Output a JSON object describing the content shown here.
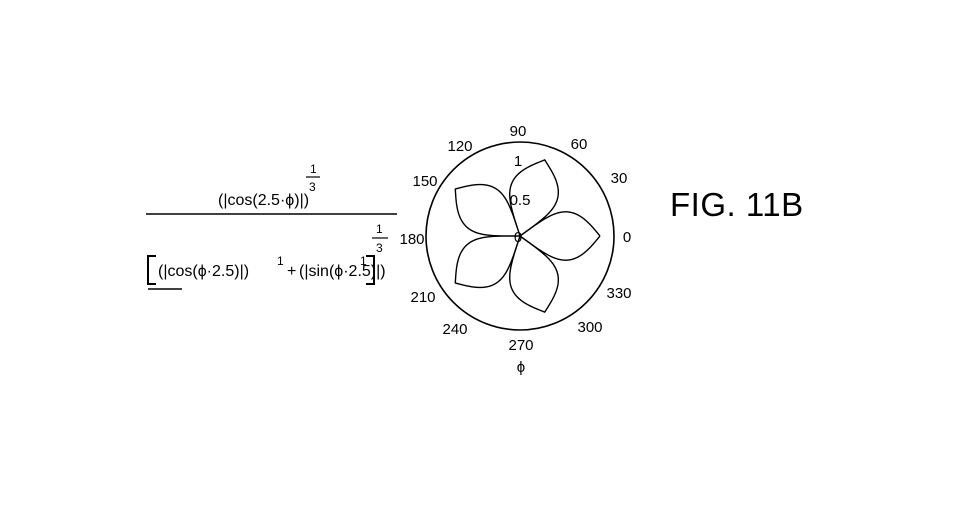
{
  "figure_label": "FIG. 11B",
  "formula": {
    "numerator": {
      "open": "(|cos(2.5·ϕ)|)",
      "exp_num": "1",
      "exp_den": "3"
    },
    "denominator": {
      "text": "(|cos(ϕ·2.5)|)",
      "exp1": "1",
      "plus": "+",
      "text2": "(|sin(ϕ·2.5)|)",
      "exp2": "1",
      "outer_num": "1",
      "outer_den": "3"
    }
  },
  "polar": {
    "angle_labels": [
      "0",
      "30",
      "60",
      "90",
      "120",
      "150",
      "180",
      "210",
      "240",
      "270",
      "300",
      "330"
    ],
    "radial_labels": [
      "0",
      "0.5",
      "1"
    ],
    "axis_symbol": "ϕ",
    "petals": 5
  }
}
